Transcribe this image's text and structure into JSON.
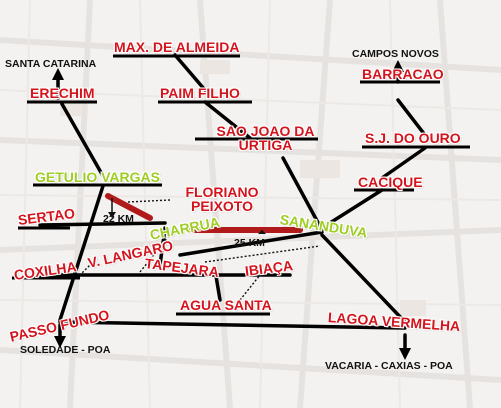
{
  "cities": {
    "max_de_almeida": "MAX. DE ALMEIDA",
    "paim_filho": "PAIM FILHO",
    "sao_joao_da_urtiga": "SAO JOAO DA URTIGA",
    "erechim": "ERECHIM",
    "barracao": "BARRACAO",
    "sj_do_ouro": "S.J. DO OURO",
    "cacique": "CACIQUE",
    "getulio_vargas": "GETULIO VARGAS",
    "floriano_peixoto": "FLORIANO PEIXOTO",
    "sertao": "SERTAO",
    "charrua": "CHARRUA",
    "sananduva": "SANANDUVA",
    "v_langaro": "V. LANGARO",
    "coxilha": "COXILHA",
    "tapejara": "TAPEJARA",
    "ibiaca": "IBIAÇA",
    "agua_santa": "AGUA SANTA",
    "passo_fundo": "PASSO FUNDO",
    "lagoa_vermelha": "LAGOA VERMELHA"
  },
  "destinations": {
    "santa_catarina": "SANTA CATARINA",
    "campos_novos": "CAMPOS NOVOS",
    "soledade_poa": "SOLEDADE - POA",
    "vacaria_caxias_poa": "VACARIA - CAXIAS - POA"
  },
  "distances": {
    "d22": "22 KM",
    "d25": "25 KM"
  },
  "colors": {
    "city_label": "#d4141d",
    "highlight_label": "#9fcd23",
    "road": "#000000",
    "highlighted_road": "#b01a1a"
  }
}
